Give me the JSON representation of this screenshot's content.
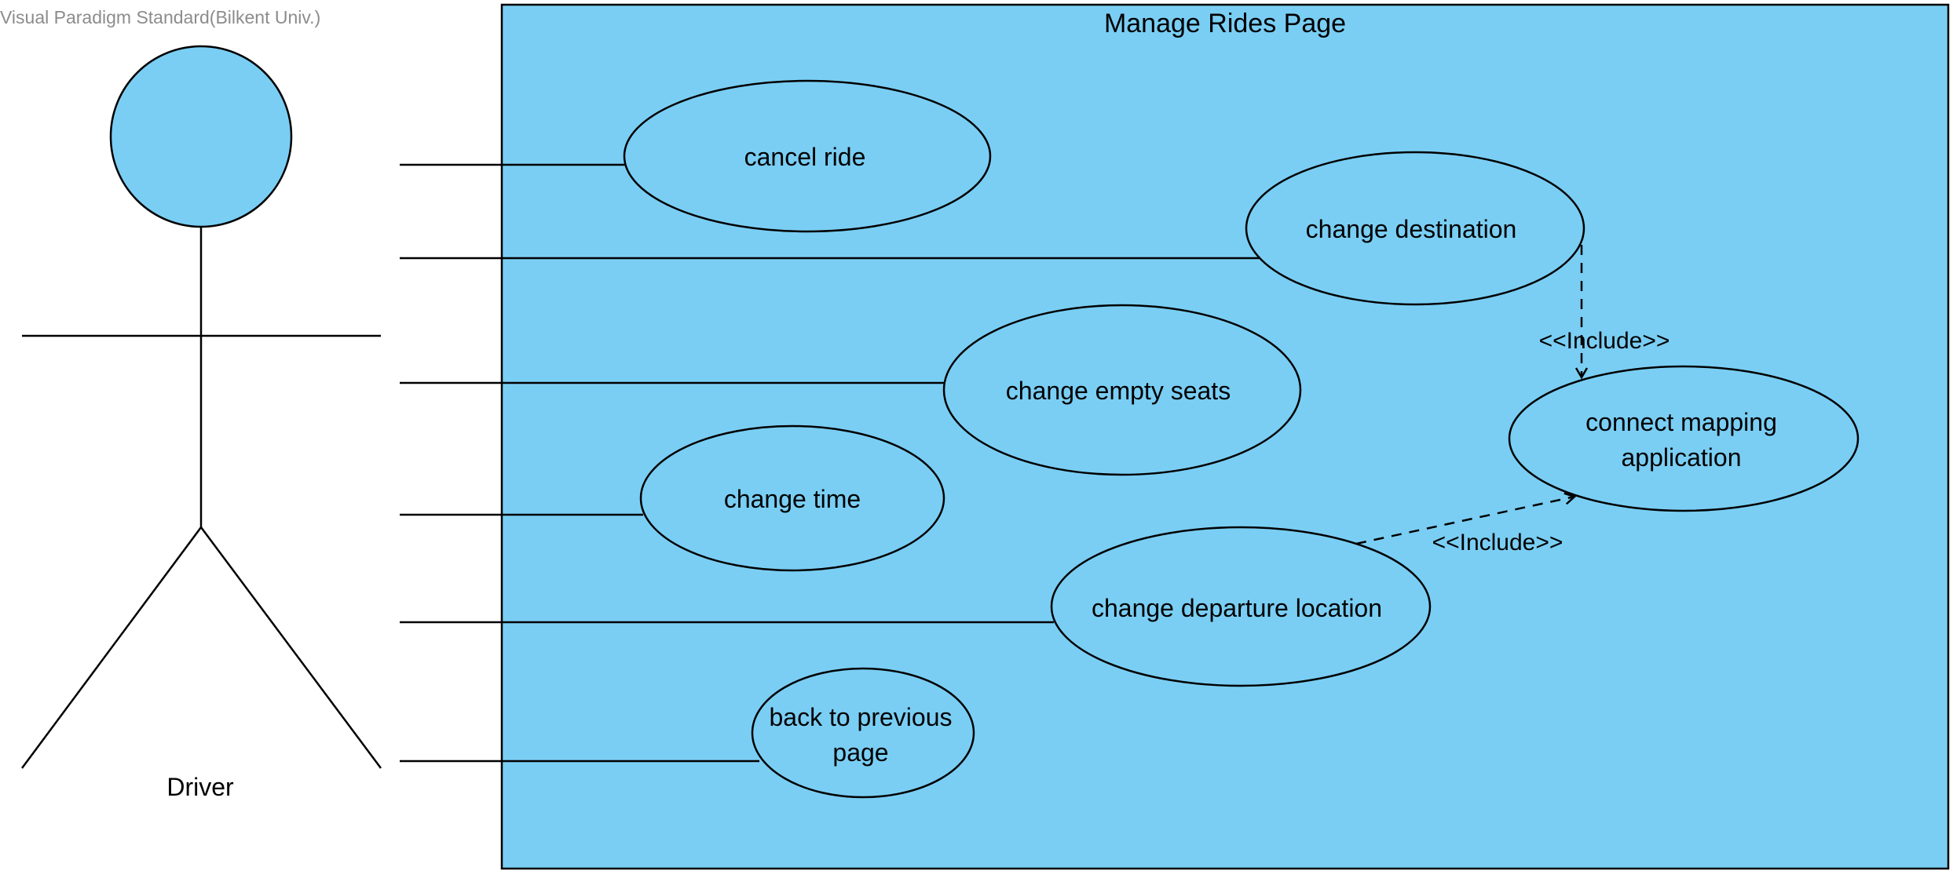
{
  "watermark": "Visual Paradigm Standard(Bilkent Univ.)",
  "colors": {
    "fill": "#7ACEF4",
    "stroke": "#000000",
    "watermark": "#8C8C8C",
    "background": "#FFFFFF"
  },
  "actor": {
    "name": "Driver"
  },
  "system": {
    "title": "Manage Rides Page"
  },
  "use_cases": {
    "cancel_ride": [
      "cancel ride"
    ],
    "change_destination": [
      "change destination"
    ],
    "change_empty_seats": [
      "change empty seats"
    ],
    "change_time": [
      "change time"
    ],
    "change_departure_location": [
      "change departure location"
    ],
    "back_to_previous_page": [
      "back to previous",
      "page"
    ],
    "connect_mapping_application": [
      "connect mapping",
      "application"
    ]
  },
  "relationships": {
    "include_from_destination": "<<Include>>",
    "include_from_departure": "<<Include>>"
  }
}
